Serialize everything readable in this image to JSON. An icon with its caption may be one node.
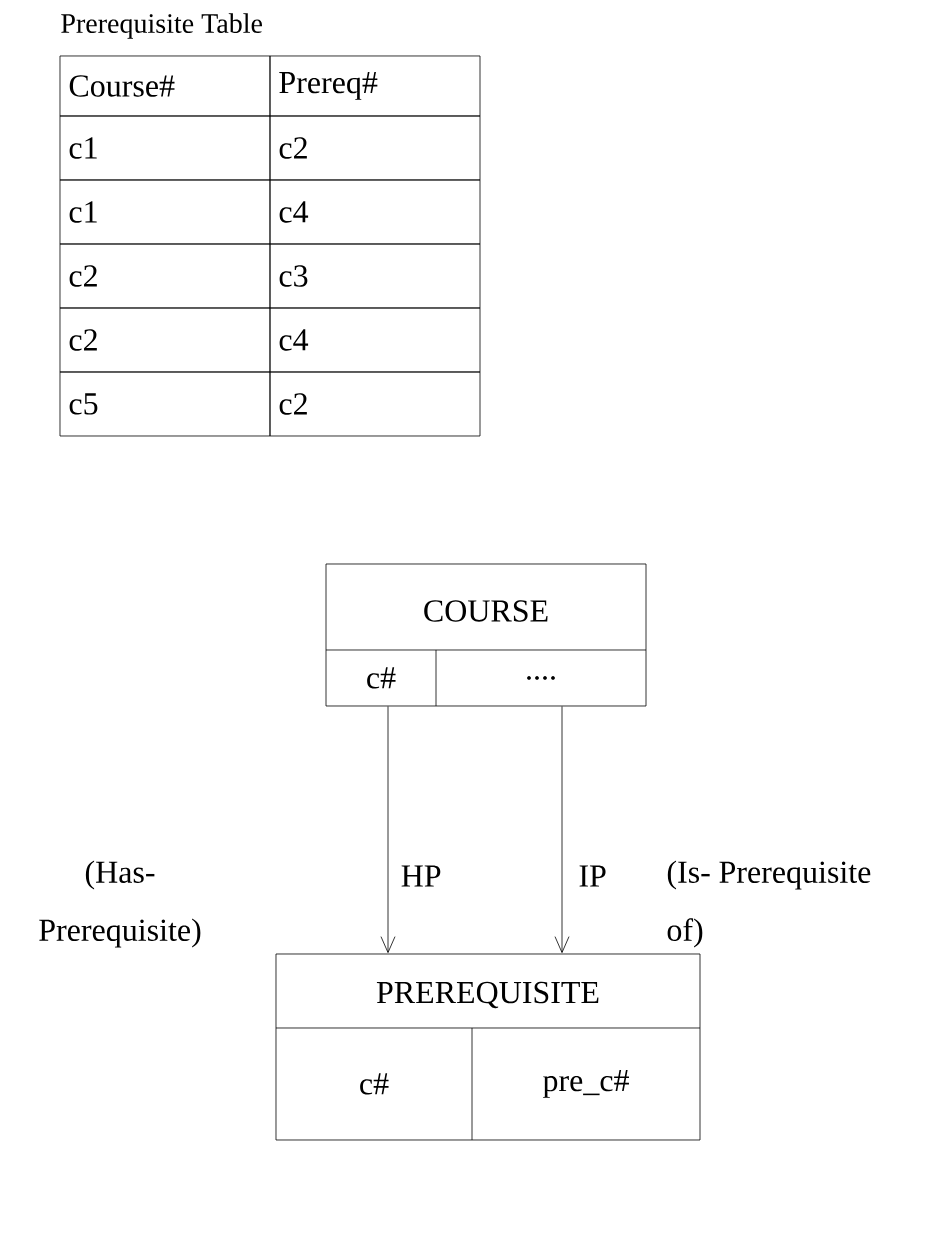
{
  "diagram": {
    "title": "Prerequisite Table",
    "nodes": [
      {
        "text": [
          "COURSE",
          "c#",
          "...."
        ]
      },
      {
        "text": [
          "PREREQUISITE",
          "c#",
          "pre_c#"
        ]
      }
    ],
    "edges": [
      {
        "from": 0,
        "to": 1,
        "arrow": "to",
        "label": "HP"
      },
      {
        "from": 0,
        "to": 1,
        "arrow": "to",
        "label": "IP"
      }
    ],
    "labels": [
      "Course#",
      "Prereq#",
      "c1",
      "c2",
      "c1",
      "c4",
      "c2",
      "c3",
      "c2",
      "c4",
      "c5",
      "c2",
      "(Has- Prerequisite)",
      "(Is- Prerequisite of)"
    ]
  }
}
